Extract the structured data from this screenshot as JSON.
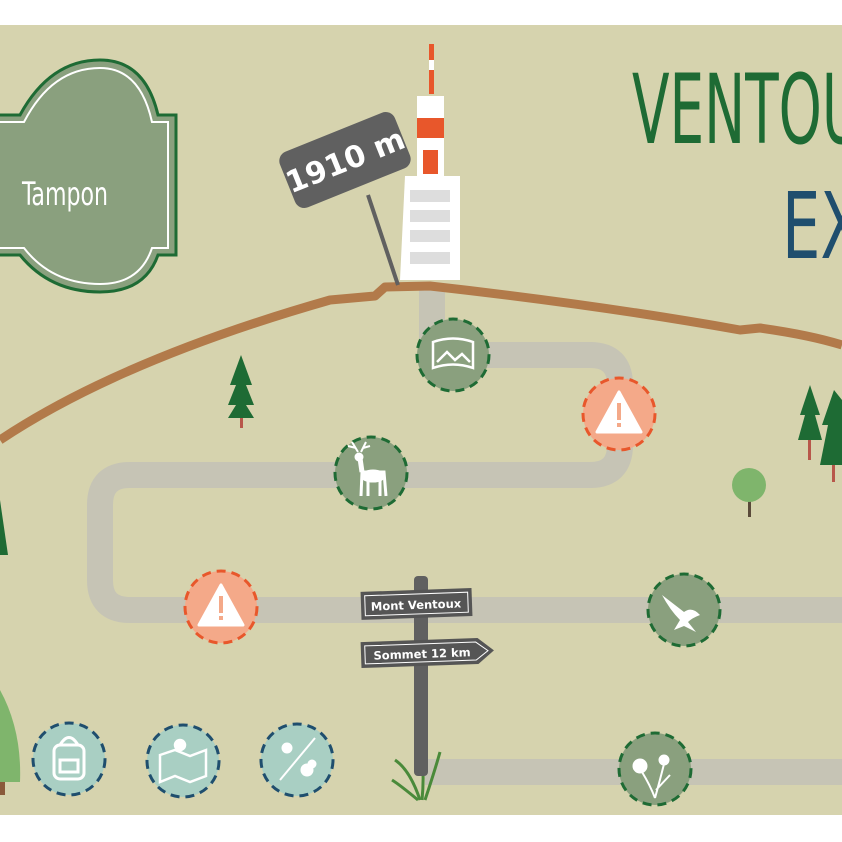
{
  "title": {
    "line1": "VENTOU",
    "line2": "EX"
  },
  "stamp": {
    "label": "Tampon"
  },
  "altitude_sign": {
    "label": "1910 m"
  },
  "signpost": {
    "sign1": "Mont Ventoux",
    "sign2": "Sommet  12 km"
  },
  "markers": [
    {
      "icon": "panorama-icon",
      "type": "viewpoint"
    },
    {
      "icon": "warning-icon",
      "type": "danger"
    },
    {
      "icon": "deer-icon",
      "type": "wildlife"
    },
    {
      "icon": "warning-icon",
      "type": "danger"
    },
    {
      "icon": "eagle-icon",
      "type": "wildlife"
    },
    {
      "icon": "flower-icon",
      "type": "flora"
    }
  ],
  "legend_icons": [
    "backpack-icon",
    "map-icon",
    "weather-icon"
  ],
  "colors": {
    "background": "#d6d3ae",
    "road": "#c6c4b5",
    "ridge": "#b27a4a",
    "title_green": "#1e6b34",
    "title_blue": "#1f4e6e",
    "marker_green": "#8aa07e",
    "marker_orange": "#f4a989",
    "legend_teal": "#a9cfc3"
  }
}
